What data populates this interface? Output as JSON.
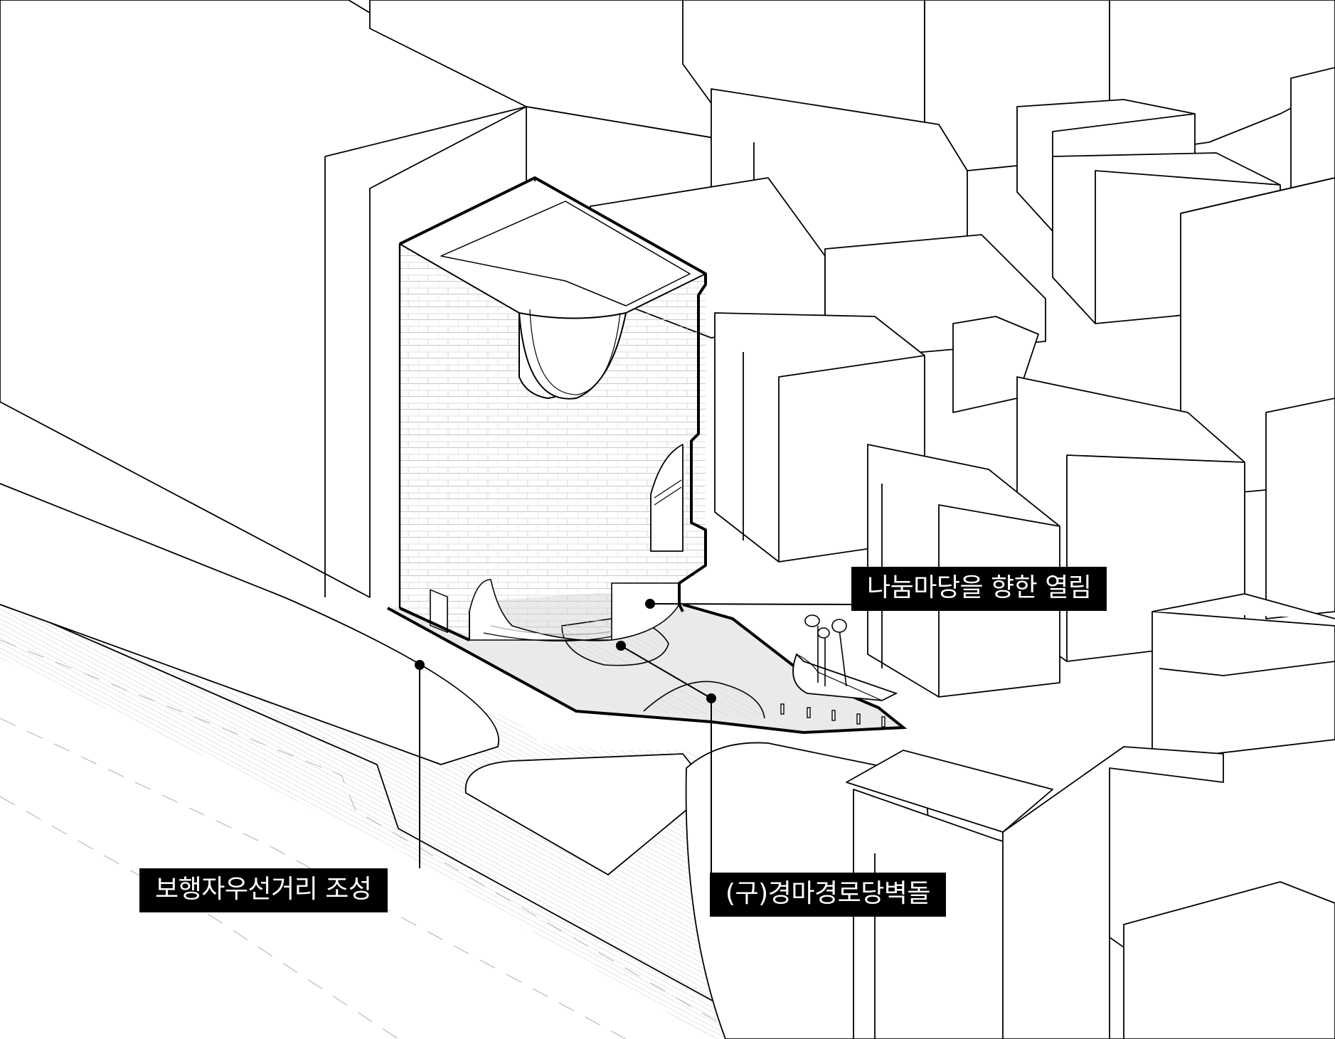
{
  "labels": {
    "opening": "나눔마당을 향한 열림",
    "pedestrian": "보행자우선거리 조성",
    "wall": "(구)경마경로당벽돌"
  },
  "colors": {
    "ink": "#000000",
    "paving": "#e6e6e6",
    "plaza": "#e9eaeb",
    "background": "#ffffff"
  }
}
